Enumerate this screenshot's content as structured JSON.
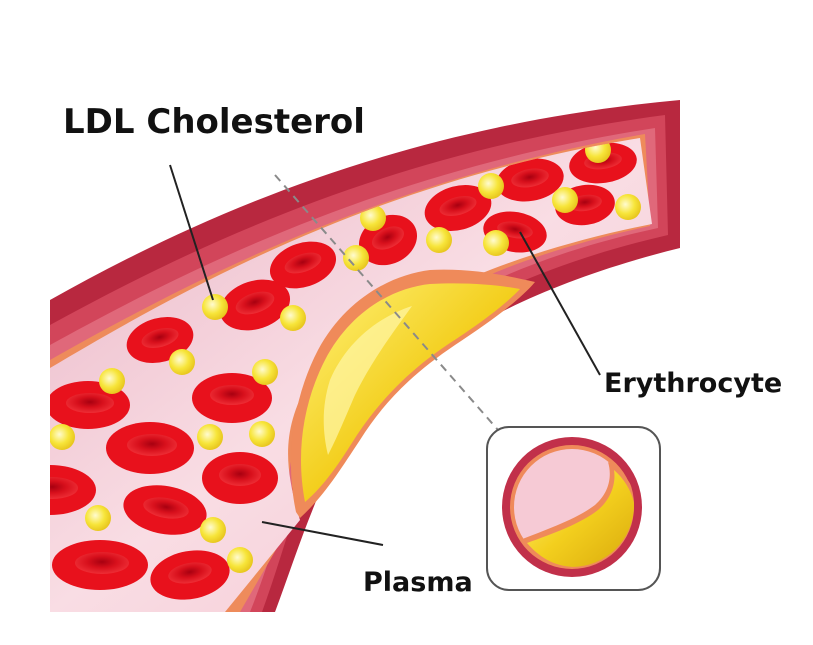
{
  "labels": {
    "ldl": "LDL Cholesterol",
    "erythrocyte": "Erythrocyte",
    "plasma": "Plasma"
  },
  "colors": {
    "vessel_wall": "#c1304a",
    "vessel_wall_dark": "#8f1d33",
    "intima": "#ef8a5a",
    "plasma": "#f7d3dc",
    "erythrocyte": "#e0121c",
    "erythrocyte_center": "#b0000f",
    "ldl_particle": "#f6e640",
    "plaque": "#f0c818",
    "inset_border": "#555555"
  }
}
